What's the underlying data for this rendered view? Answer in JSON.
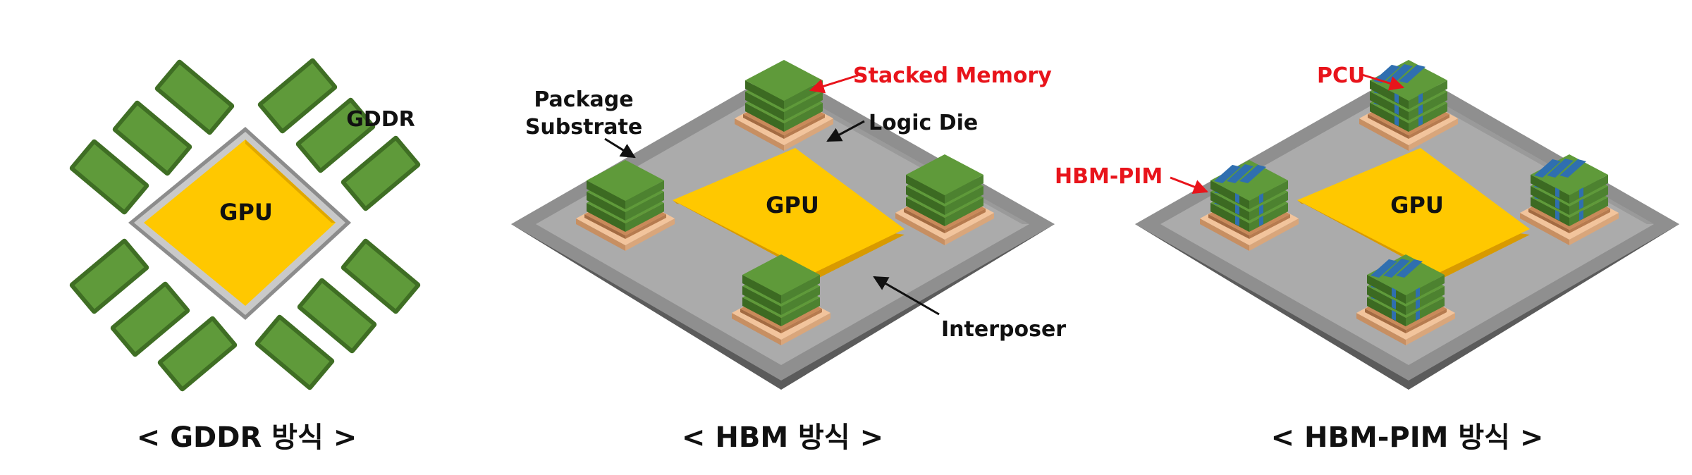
{
  "colors": {
    "chip_green": "#5f9a3a",
    "chip_green_dark": "#3f6e24",
    "gpu_yellow": "#ffc800",
    "interposer_gray": "#a9a9a9",
    "substrate_gray": "#8f8f8f",
    "logic_die": "#f2c49c",
    "pcu_blue": "#2f6fb0",
    "callout_red": "#e8141b",
    "text_black": "#111111"
  },
  "gddr": {
    "gpu_label": "GPU",
    "memory_label": "GDDR",
    "caption": "< GDDR 방식 >"
  },
  "hbm": {
    "gpu_label": "GPU",
    "stacked_memory_label": "Stacked Memory",
    "logic_die_label": "Logic Die",
    "package_label_line1": "Package",
    "package_label_line2": "Substrate",
    "interposer_label": "Interposer",
    "caption": "< HBM 방식 >"
  },
  "hbm_pim": {
    "gpu_label": "GPU",
    "pcu_label": "PCU",
    "hbm_pim_label": "HBM-PIM",
    "caption": "< HBM-PIM 방식 >"
  }
}
